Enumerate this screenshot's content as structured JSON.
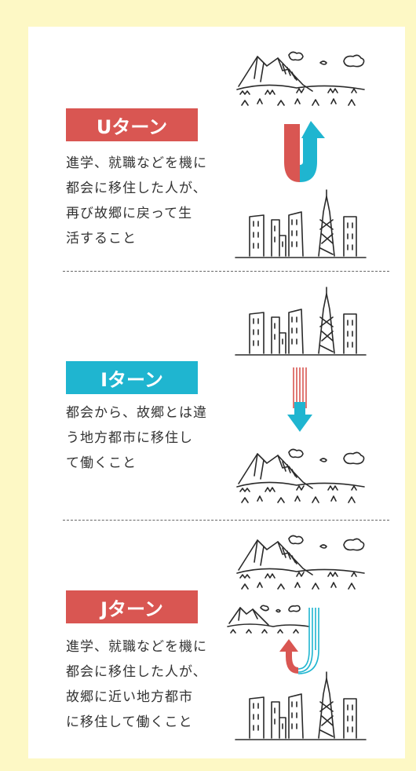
{
  "sections": [
    {
      "title": "Uターン",
      "description": "進学、就職などを機に\n都会に移住した人が、\n再び故郷に戻って生\n活すること",
      "color": "#d95652"
    },
    {
      "title": "Iターン",
      "description": "都会から、故郷とは違\nう地方都市に移住し\nて働くこと",
      "color": "#1fb5d0"
    },
    {
      "title": "Jターン",
      "description": "進学、就職などを機に\n都会に移住した人が、\n故郷に近い地方都市\nに移住して働くこと",
      "color": "#d95652"
    }
  ],
  "colors": {
    "background": "#fdf8c5",
    "card": "#ffffff",
    "red": "#d95652",
    "blue": "#1fb5d0"
  },
  "icons": [
    "mountain-landscape-icon",
    "city-skyline-icon",
    "u-turn-arrow-icon",
    "i-turn-arrow-icon",
    "j-turn-arrow-icon"
  ]
}
